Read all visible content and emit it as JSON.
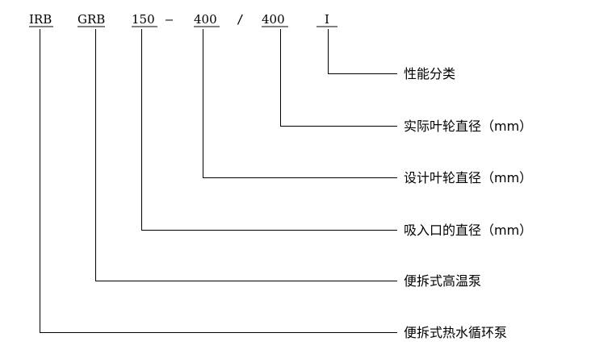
{
  "model_code": {
    "parts": [
      {
        "id": "IRB",
        "text": "IRB",
        "meaning": "便拆式热水循环泵"
      },
      {
        "id": "GRB",
        "text": "GRB",
        "meaning": "便拆式高温泵"
      },
      {
        "id": "150",
        "text": "150",
        "meaning": "吸入口的直径（mm）"
      },
      {
        "id": "400a",
        "text": "400",
        "meaning": "设计叶轮直径（mm）"
      },
      {
        "id": "400b",
        "text": "400",
        "meaning": "实际叶轮直径（mm）"
      },
      {
        "id": "I",
        "text": "I",
        "meaning": "性能分类"
      }
    ],
    "separators": [
      {
        "id": "dash",
        "text": "—"
      },
      {
        "id": "slash",
        "text": "/"
      }
    ]
  }
}
